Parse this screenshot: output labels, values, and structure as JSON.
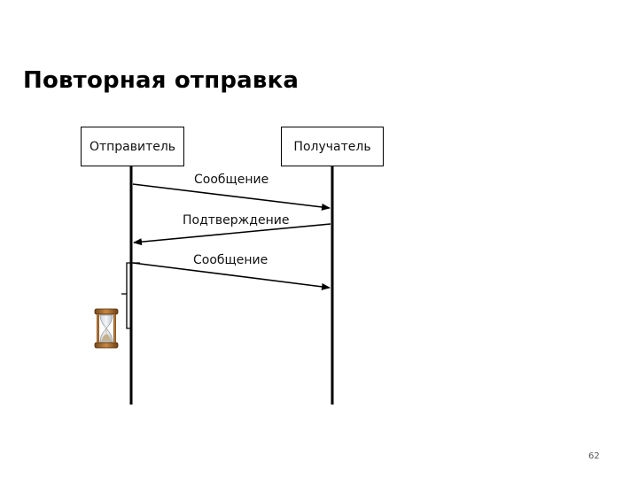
{
  "slide": {
    "title": "Повторная отправка",
    "page_number": "62"
  },
  "actors": {
    "sender": "Отправитель",
    "receiver": "Получатель"
  },
  "messages": [
    {
      "label": "Сообщение",
      "from": "sender",
      "to": "receiver"
    },
    {
      "label": "Подтверждение",
      "from": "receiver",
      "to": "sender"
    },
    {
      "label": "Сообщение",
      "from": "sender",
      "to": "receiver"
    }
  ],
  "icons": {
    "timer": "hourglass-icon"
  }
}
